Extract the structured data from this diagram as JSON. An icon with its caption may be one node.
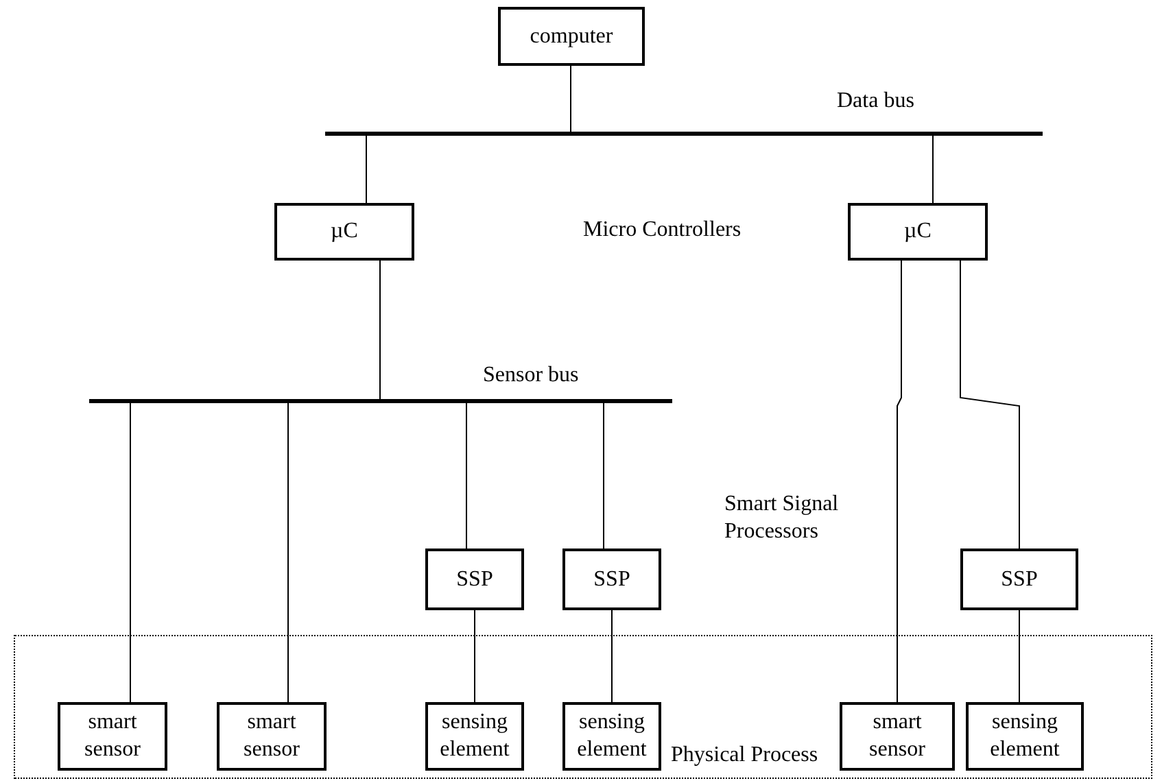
{
  "diagram": {
    "nodes": [
      {
        "text": [
          "computer"
        ]
      },
      {
        "text": [],
        "shape": "bar",
        "beside": [
          "Data bus"
        ]
      },
      {
        "text": [
          "µC"
        ]
      },
      {
        "text": [
          "µC"
        ]
      },
      {
        "text": [],
        "shape": "bar",
        "beside": [
          "Sensor bus"
        ]
      },
      {
        "text": [
          "SSP"
        ]
      },
      {
        "text": [
          "SSP"
        ]
      },
      {
        "text": [
          "SSP"
        ]
      },
      {
        "text": [
          "Physical Process"
        ]
      },
      {
        "text": [
          "smart sensor"
        ],
        "in": 8
      },
      {
        "text": [
          "smart sensor"
        ],
        "in": 8
      },
      {
        "text": [
          "sensing element"
        ],
        "in": 8
      },
      {
        "text": [
          "sensing element"
        ],
        "in": 8
      },
      {
        "text": [
          "smart sensor"
        ],
        "in": 8
      },
      {
        "text": [
          "sensing element"
        ],
        "in": 8
      }
    ],
    "edges": [
      {
        "from": 0,
        "to": 1,
        "arrow": "none"
      },
      {
        "from": 1,
        "to": 2,
        "arrow": "none"
      },
      {
        "from": 1,
        "to": 3,
        "arrow": "none"
      },
      {
        "from": 2,
        "to": 4,
        "arrow": "none"
      },
      {
        "from": 4,
        "to": 9,
        "arrow": "none"
      },
      {
        "from": 4,
        "to": 10,
        "arrow": "none"
      },
      {
        "from": 4,
        "to": 5,
        "arrow": "none"
      },
      {
        "from": 4,
        "to": 6,
        "arrow": "none"
      },
      {
        "from": 5,
        "to": 11,
        "arrow": "none"
      },
      {
        "from": 6,
        "to": 12,
        "arrow": "none"
      },
      {
        "from": 3,
        "to": 13,
        "arrow": "none"
      },
      {
        "from": 3,
        "to": 7,
        "arrow": "none"
      },
      {
        "from": 7,
        "to": 14,
        "arrow": "none"
      }
    ],
    "labels": [
      "Micro Controllers",
      "Smart Signal Processors"
    ]
  }
}
